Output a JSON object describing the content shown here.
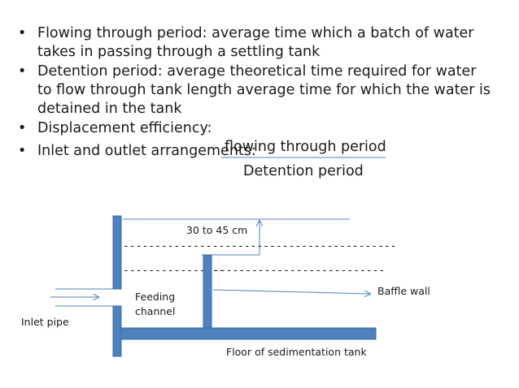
{
  "bullets": [
    {
      "lines": [
        "Flowing through period: average time which a batch of water",
        "takes in passing through a settling tank"
      ]
    },
    {
      "lines": [
        "Detention period: average theoretical time required for water",
        "to flow through tank length  average time for which the water is",
        "detained in the tank"
      ]
    },
    {
      "lines": [
        "Displacement efficiency:"
      ]
    },
    {
      "lines": [
        "Inlet and outlet arrangements:"
      ]
    }
  ],
  "bullet_symbol": "•",
  "efficiency": {
    "numerator": "flowing through period",
    "denominator": "Detention period"
  },
  "diagram": {
    "depth_label": "30 to 45 cm",
    "dashes_top": "-------------------------------------------",
    "dashes_bottom_left": "----------------",
    "dashes_bottom_right": "---------------------------",
    "feeding_channel": [
      "Feeding",
      "channel"
    ],
    "inlet_pipe": "Inlet pipe",
    "baffle_wall": "Baffle wall",
    "floor": "Floor of sedimentation tank"
  },
  "colors": {
    "structure": "#4f81bd",
    "structure_stroke": "#3a6ba6",
    "line": "#4f81bd",
    "text": "#1a1a1a"
  }
}
